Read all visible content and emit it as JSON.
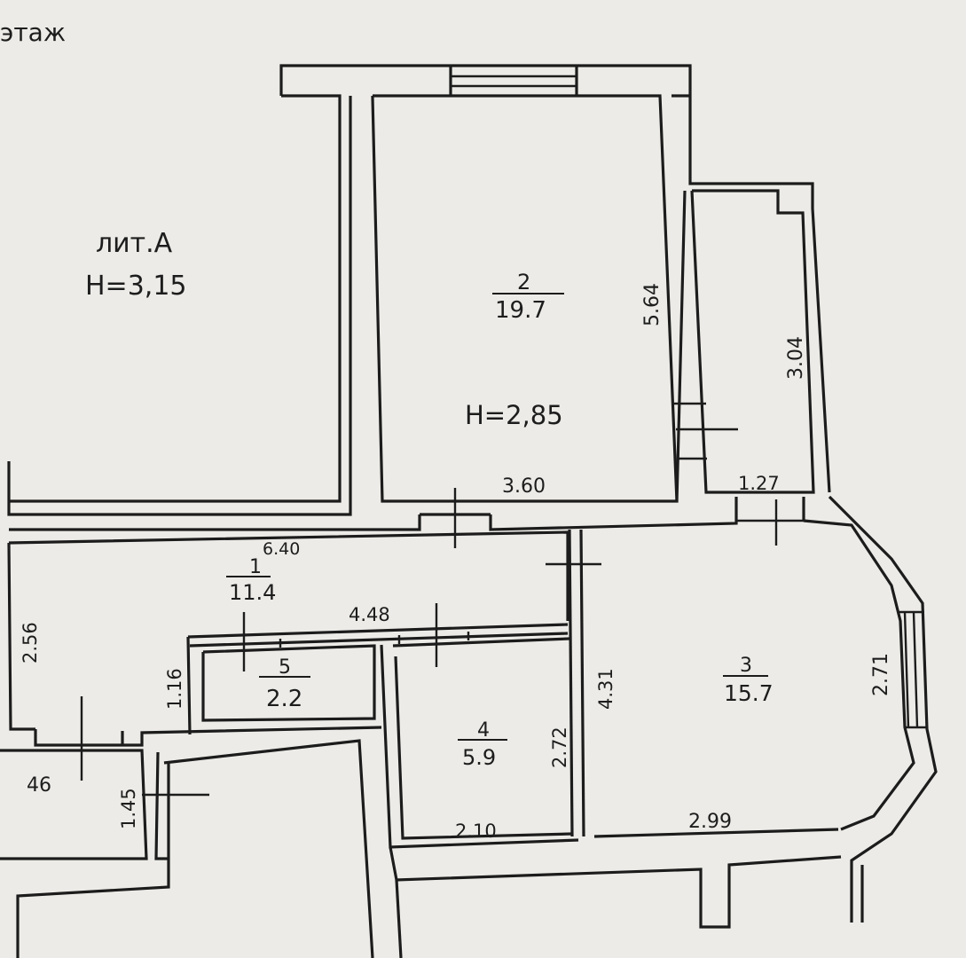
{
  "floor_label": "этаж",
  "building": {
    "name": "лит.А",
    "height": "H=3,15"
  },
  "ceiling_height": "H=2,85",
  "rooms": [
    {
      "number": "2",
      "area": "19.7"
    },
    {
      "number": "1",
      "area": "11.4"
    },
    {
      "number": "3",
      "area": "15.7"
    },
    {
      "number": "5",
      "area": "2.2"
    },
    {
      "number": "4",
      "area": "5.9"
    }
  ],
  "dimensions": {
    "room2_width": "3.60",
    "room2_depth": "5.64",
    "balcony_depth": "3.04",
    "balcony_width": "1.27",
    "corridor_length": "6.40",
    "corridor_inner": "4.48",
    "corridor_height": "2.56",
    "closet_height": "1.16",
    "room4_height": "2.72",
    "room4_width": "2.10",
    "room3_width_top": "4.31",
    "room3_width": "2.71",
    "room3_bottom": "2.99",
    "bath_width": "46",
    "bath_height": "1.45"
  }
}
